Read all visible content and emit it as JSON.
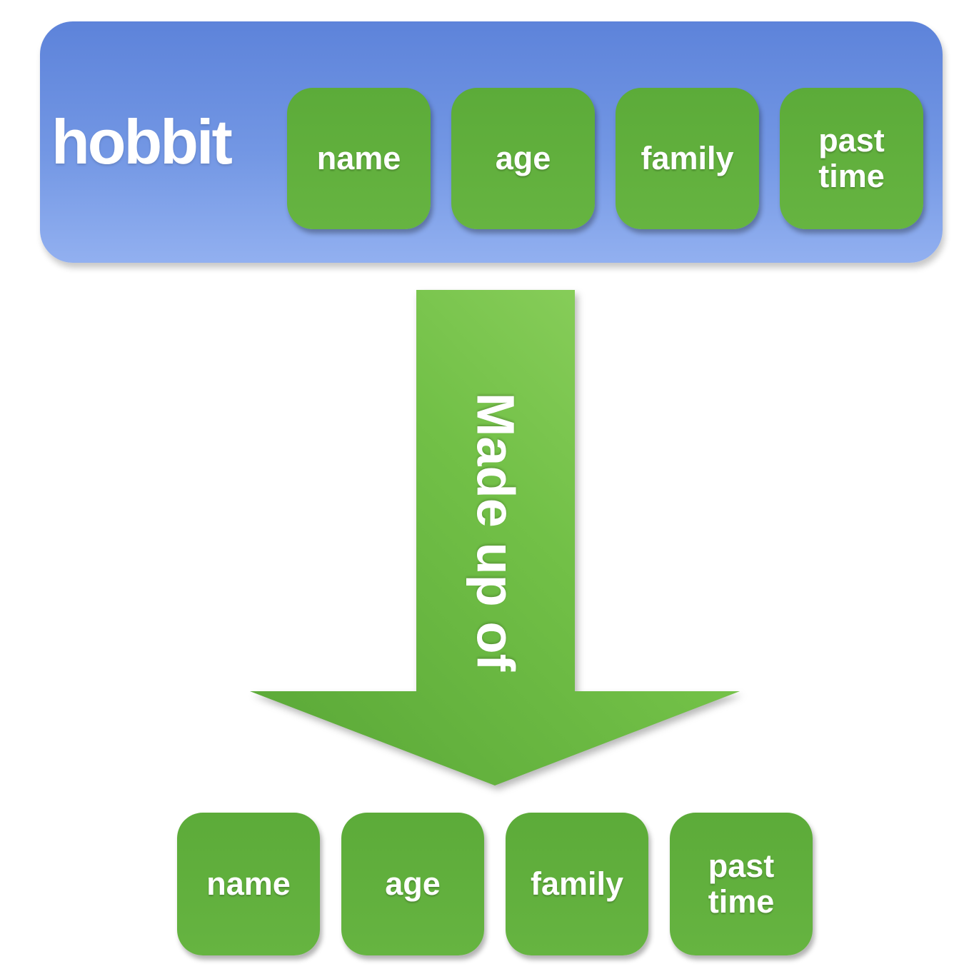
{
  "diagram": {
    "entity": {
      "title": "hobbit"
    },
    "top_attributes": [
      {
        "label": "name"
      },
      {
        "label": "age"
      },
      {
        "label": "family"
      },
      {
        "label": "past time"
      }
    ],
    "arrow": {
      "label": "Made up of"
    },
    "bottom_attributes": [
      {
        "label": "name"
      },
      {
        "label": "age"
      },
      {
        "label": "family"
      },
      {
        "label": "past time"
      }
    ],
    "colors": {
      "entity_blue_top": "#5d83da",
      "entity_blue_bottom": "#92b0f0",
      "attribute_green": "#5fad3c",
      "arrow_green_dark": "#58a636",
      "arrow_green_light": "#92d463",
      "text": "#ffffff"
    }
  }
}
